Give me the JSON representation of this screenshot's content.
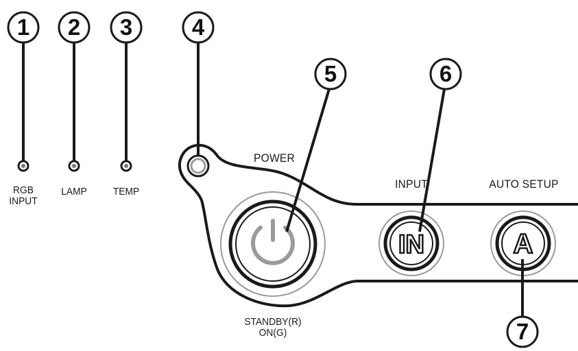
{
  "callouts": [
    {
      "number": "1"
    },
    {
      "number": "2"
    },
    {
      "number": "3"
    },
    {
      "number": "4"
    },
    {
      "number": "5"
    },
    {
      "number": "6"
    },
    {
      "number": "7"
    }
  ],
  "indicators": {
    "rgb_input_line1": "RGB",
    "rgb_input_line2": "INPUT",
    "lamp": "LAMP",
    "temp": "TEMP"
  },
  "buttons": {
    "power_title": "POWER",
    "power_status_line1": "STANDBY(R)",
    "power_status_line2": "ON(G)",
    "input_title": "INPUT",
    "input_glyph": "IN",
    "auto_setup_title": "AUTO SETUP",
    "auto_setup_glyph": "A"
  },
  "colors": {
    "ink": "#1a1a1a",
    "panel_gray": "#9a9a9a",
    "led_gray": "#777777"
  }
}
